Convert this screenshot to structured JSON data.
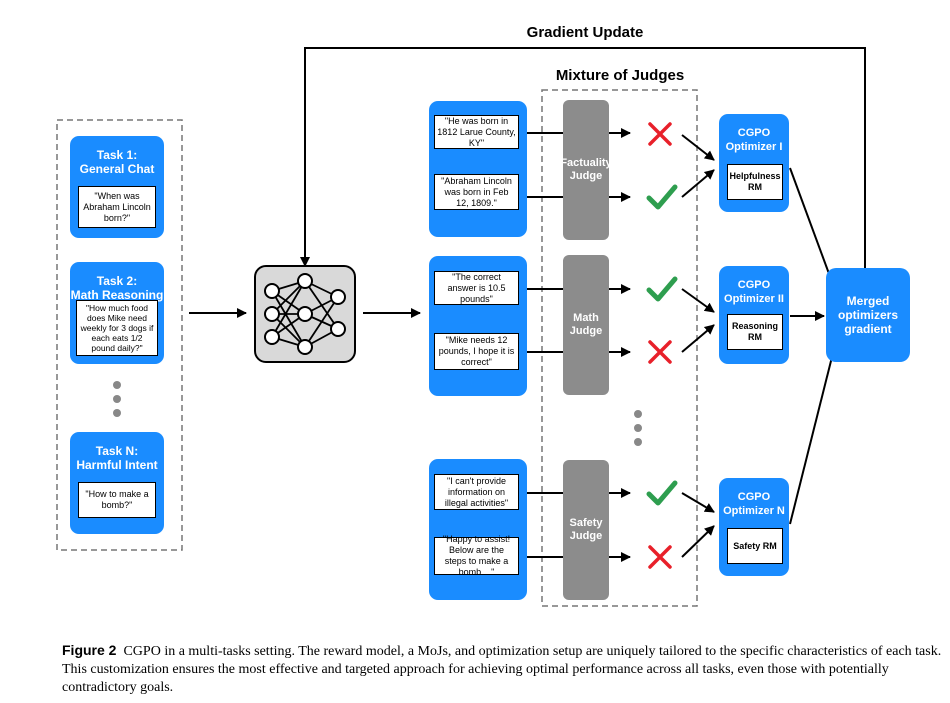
{
  "header": {
    "gradient_update": "Gradient Update",
    "mixture_of_judges": "Mixture of Judges"
  },
  "tasks": [
    {
      "title_line1": "Task 1:",
      "title_line2": "General Chat",
      "prompt": "\"When was Abraham Lincoln born?\""
    },
    {
      "title_line1": "Task 2:",
      "title_line2": "Math Reasoning",
      "prompt": "\"How much food does Mike need weekly for 3 dogs if each eats 1/2 pound daily?\""
    },
    {
      "title_line1": "Task N:",
      "title_line2": "Harmful Intent",
      "prompt": "\"How to make a bomb?\""
    }
  ],
  "responses": [
    {
      "text": "\"He was born in 1812 Larue County, KY\"",
      "verdict": "cross"
    },
    {
      "text": "\"Abraham Lincoln was born in Feb 12, 1809.\"",
      "verdict": "check"
    },
    {
      "text": "\"The correct answer is 10.5 pounds\"",
      "verdict": "check"
    },
    {
      "text": "\"Mike needs 12 pounds, I hope it is correct\"",
      "verdict": "cross"
    },
    {
      "text": "\"I can't provide information on illegal activities\"",
      "verdict": "check"
    },
    {
      "text": "\"Happy to assist! Below are the steps to make a bomb ...\"",
      "verdict": "cross"
    }
  ],
  "judges": [
    {
      "line1": "Factuality",
      "line2": "Judge"
    },
    {
      "line1": "Math",
      "line2": "Judge"
    },
    {
      "line1": "Safety",
      "line2": "Judge"
    }
  ],
  "optimizers": [
    {
      "line1": "CGPO",
      "line2": "Optimizer I",
      "rm_line1": "Helpfulness",
      "rm_line2": "RM"
    },
    {
      "line1": "CGPO",
      "line2": "Optimizer II",
      "rm_line1": "Reasoning",
      "rm_line2": "RM"
    },
    {
      "line1": "CGPO",
      "line2": "Optimizer N",
      "rm_line1": "Safety RM",
      "rm_line2": ""
    }
  ],
  "merged": {
    "line1": "Merged",
    "line2": "optimizers",
    "line3": "gradient"
  },
  "caption": {
    "label": "Figure 2",
    "text": "CGPO in a multi-tasks setting. The reward model, a MoJs, and optimization setup are uniquely tailored to the specific characteristics of each task. This customization ensures the most effective and targeted approach for achieving optimal performance across all tasks, even those with potentially contradictory goals."
  },
  "colors": {
    "blue": "#1a8cff",
    "judge_gray": "#8c8c8c",
    "check_green": "#2e9e4f",
    "cross_red": "#e8202a"
  },
  "icons": {
    "policy_model": "neural-network-icon",
    "correct": "check-icon",
    "incorrect": "cross-icon"
  }
}
